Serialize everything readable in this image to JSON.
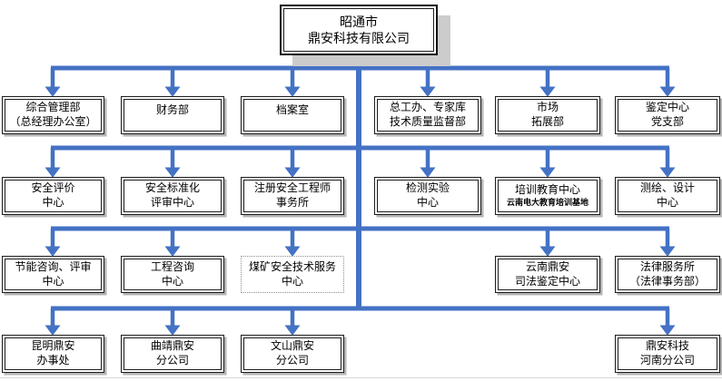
{
  "colors": {
    "connector": "#4472C4",
    "box_border": "#1c1c1c",
    "box_shadow": "#b4b4b4",
    "root_shadow": "#cccccc"
  },
  "nodes": {
    "root": {
      "line1": "昭通市",
      "line2": "鼎安科技有限公司"
    },
    "general_admin": {
      "line1": "综合管理部",
      "line2": "（总经理办公室）"
    },
    "finance": {
      "line1": "财务部"
    },
    "archives": {
      "line1": "档案室"
    },
    "chief_engineer": {
      "line1": "总工办、专家库",
      "line2": "技术质量监督部"
    },
    "market": {
      "line1": "市场",
      "line2": "拓展部"
    },
    "party_branch": {
      "line1": "鉴定中心",
      "line2": "党支部"
    },
    "safety_eval": {
      "line1": "安全评价",
      "line2": "中心"
    },
    "safety_std": {
      "line1": "安全标准化",
      "line2": "评审中心"
    },
    "reg_engineer": {
      "line1": "注册安全工程师",
      "line2": "事务所"
    },
    "testing_lab": {
      "line1": "检测实验",
      "line2": "中心"
    },
    "training": {
      "line1": "培训教育中心",
      "line2": "云南电大教育培训基地"
    },
    "surveying": {
      "line1": "测绘、设计",
      "line2": "中心"
    },
    "energy_consult": {
      "line1": "节能咨询、评审",
      "line2": "中心"
    },
    "eng_consult": {
      "line1": "工程咨询",
      "line2": "中心"
    },
    "coal_safety": {
      "line1": "煤矿安全技术服务",
      "line2": "中心"
    },
    "judicial": {
      "line1": "云南鼎安",
      "line2": "司法鉴定中心"
    },
    "legal": {
      "line1": "法律服务所",
      "line2": "（法律事务部）"
    },
    "kunming": {
      "line1": "昆明鼎安",
      "line2": "办事处"
    },
    "qujing": {
      "line1": "曲靖鼎安",
      "line2": "分公司"
    },
    "wenshan": {
      "line1": "文山鼎安",
      "line2": "分公司"
    },
    "henan": {
      "line1": "鼎安科技",
      "line2": "河南分公司"
    }
  }
}
